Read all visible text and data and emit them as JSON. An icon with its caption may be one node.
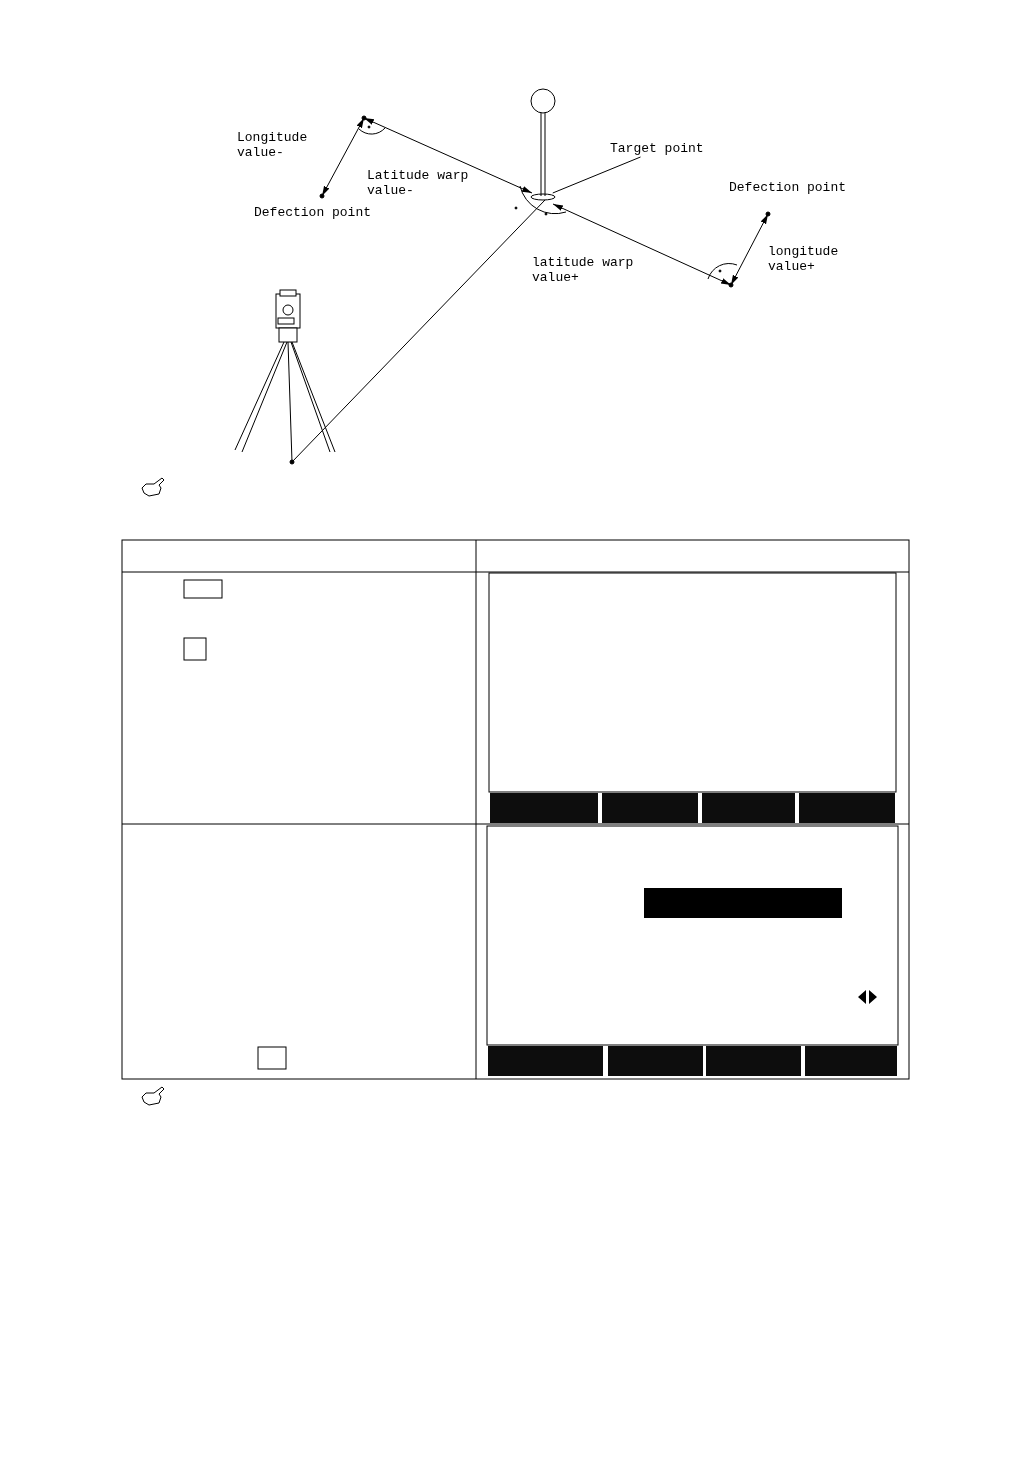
{
  "diagram": {
    "nodes": [
      {
        "text": [
          "Target point"
        ]
      },
      {
        "text": [],
        "shape": "ellipse"
      }
    ],
    "edges": [
      {
        "from": 0,
        "to": 1,
        "arrow": "none"
      }
    ],
    "labels": [
      "Longitude value-",
      "Latitude warp value-",
      "Defection point",
      "Defection point",
      "longitude value+",
      "latitude warp value+"
    ]
  }
}
